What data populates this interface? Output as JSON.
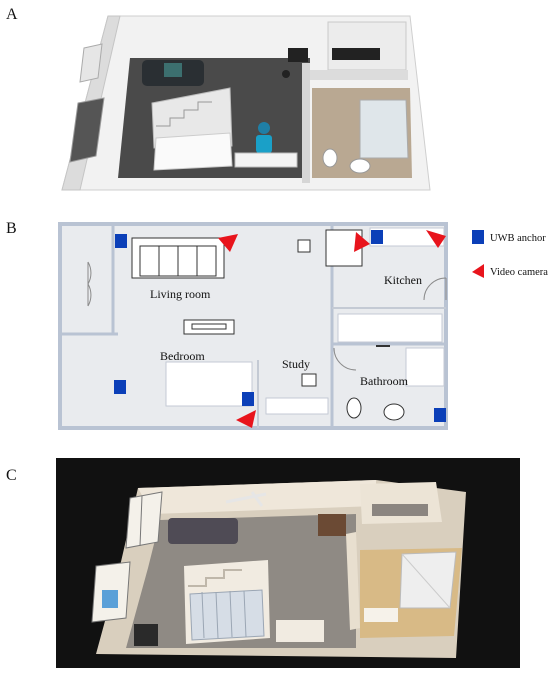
{
  "panels": {
    "a": {
      "letter": "A"
    },
    "b": {
      "letter": "B"
    },
    "c": {
      "letter": "C"
    }
  },
  "floorplan": {
    "rooms": {
      "living_room": "Living room",
      "kitchen": "Kitchen",
      "bedroom": "Bedroom",
      "study": "Study",
      "bathroom": "Bathroom"
    },
    "legend": {
      "uwb_anchor": "UWB anchor",
      "video_camera": "Video camera"
    }
  },
  "colors": {
    "uwb_anchor": "#0b3fb8",
    "video_camera": "#e8141c",
    "wall": "#b9c3d3",
    "floor": "#e9ebee",
    "render_floor_dark": "#4a4a4a",
    "photo_background": "#111111"
  }
}
